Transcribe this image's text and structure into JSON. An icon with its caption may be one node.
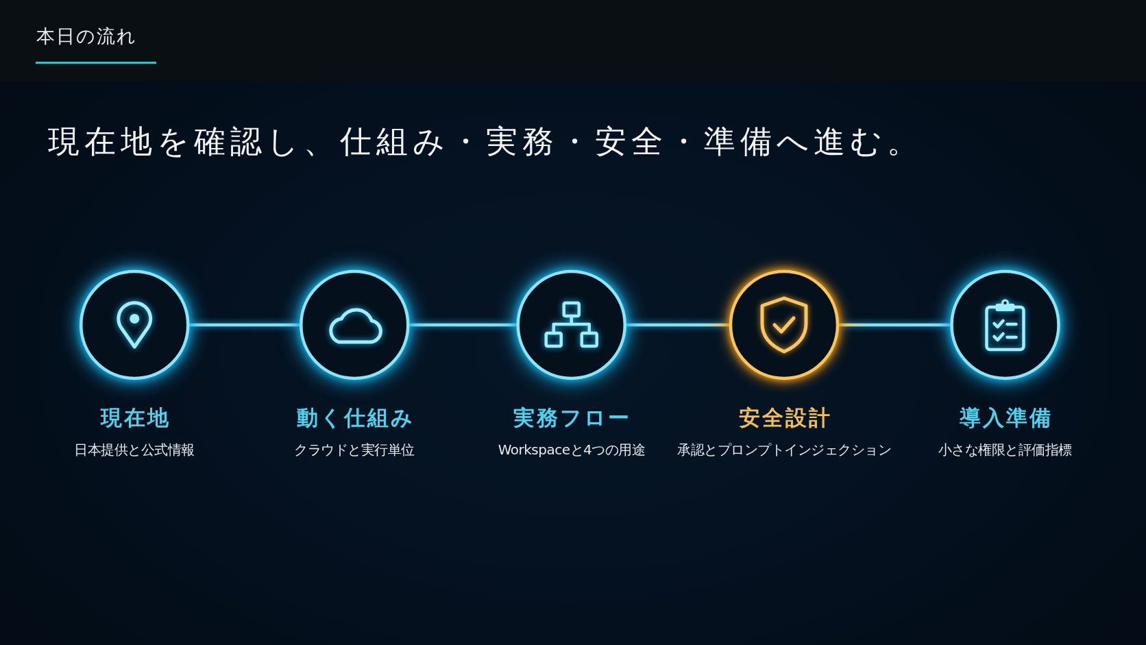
{
  "diagram": {
    "title": "現在地を確認し、仕組み・実務・安全・準備へ進む。",
    "nodes": [
      {
        "text": [
          "現在地",
          "日本提供と公式情報"
        ]
      },
      {
        "text": [
          "動く仕組み",
          "クラウドと実行単位"
        ]
      },
      {
        "text": [
          "実務フロー",
          "Workspaceと4つの用途"
        ]
      },
      {
        "text": [
          "安全設計",
          "承認とプロンプトインジェクション"
        ]
      },
      {
        "text": [
          "導入準備",
          "小さな権限と評価指標"
        ]
      }
    ],
    "edges": [
      {
        "from": 0,
        "to": 1,
        "arrow": "none"
      },
      {
        "from": 1,
        "to": 2,
        "arrow": "none"
      },
      {
        "from": 2,
        "to": 3,
        "arrow": "none"
      },
      {
        "from": 3,
        "to": 4,
        "arrow": "none"
      }
    ],
    "labels": [
      "本日の流れ"
    ]
  }
}
